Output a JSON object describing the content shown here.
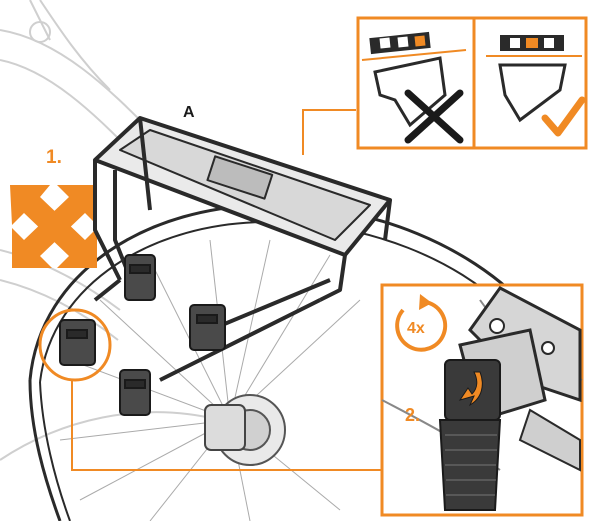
{
  "labels": {
    "part_a": "A",
    "step_1": "1.",
    "step_2": "2.",
    "rotations": "4x"
  },
  "icons": {
    "wrong": "cross-mark-icon",
    "correct": "check-mark-icon",
    "rotate": "rotate-arrow-icon",
    "expand": "four-way-arrow-icon"
  },
  "colors": {
    "accent": "#f08a24",
    "line_art": "#2a2a2a",
    "light_line": "#c8c8c8",
    "background": "#ffffff"
  }
}
